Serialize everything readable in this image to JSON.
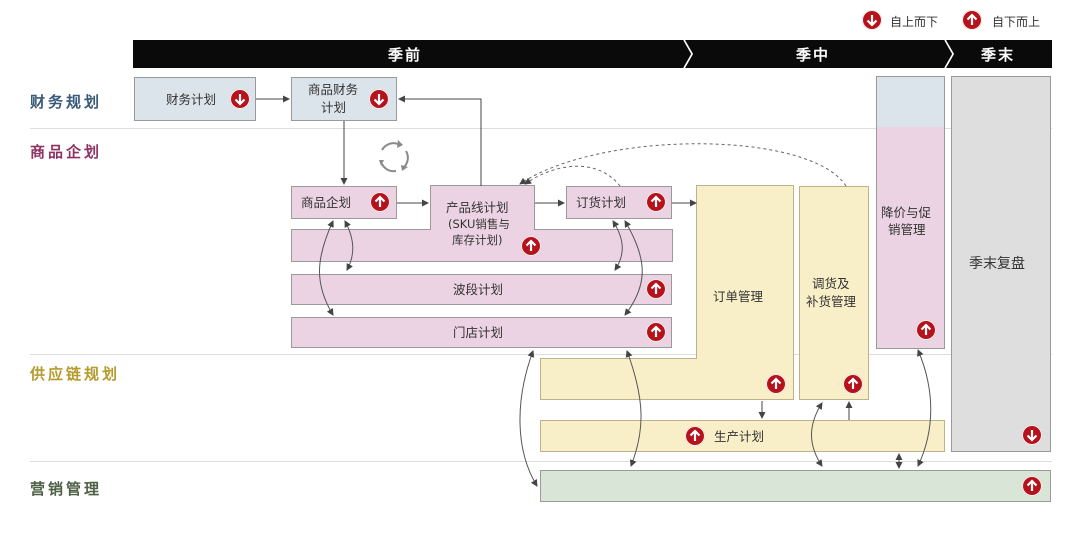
{
  "legend": {
    "top_down": "自上而下",
    "bottom_up": "自下而上"
  },
  "phases": {
    "pre": "季前",
    "mid": "季中",
    "end": "季末"
  },
  "rows": {
    "finance": "财务规划",
    "merch": "商品企划",
    "supply": "供应链规划",
    "marketing": "营销管理"
  },
  "colors": {
    "finance": "#3a5b78",
    "merch": "#8e3263",
    "supply": "#b59a2c",
    "marketing": "#4e6046",
    "icon": "#b5121b"
  },
  "boxes": {
    "finance_plan": "财务计划",
    "merch_finance_l1": "商品财务",
    "merch_finance_l2": "计划",
    "merch_plan": "商品企划",
    "product_line_l1": "产品线计划",
    "product_line_l2": "(SKU销售与",
    "product_line_l3": "库存计划)",
    "order_plan": "订货计划",
    "wave_plan": "波段计划",
    "store_plan": "门店计划",
    "order_mgmt": "订单管理",
    "replenish_l1": "调货及",
    "replenish_l2": "补货管理",
    "markdown_l1": "降价与促",
    "markdown_l2": "销管理",
    "season_review": "季末复盘",
    "production_plan": "生产计划"
  }
}
